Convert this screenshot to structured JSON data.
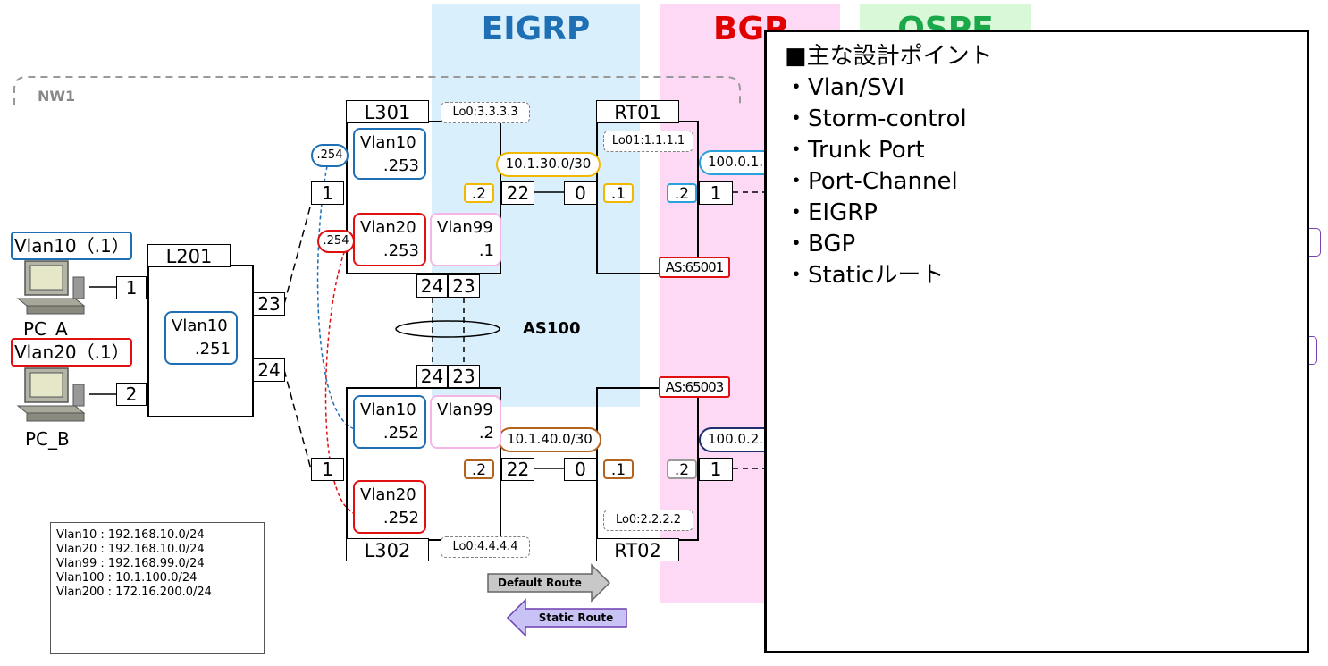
{
  "zones": {
    "eigrp": {
      "title": "EIGRP",
      "bg": "#d9effb",
      "color": "#1f6fb5"
    },
    "bgp": {
      "title": "BGP",
      "bg": "#fdd9f5",
      "color": "#e00000"
    },
    "ospf": {
      "title": "OSPF",
      "bg": "#d8f8d8",
      "color": "#1aa84a"
    }
  },
  "nw1_label": "NW1",
  "as100_label": "AS100",
  "devices": {
    "l301": {
      "name": "L301",
      "loopback": "Lo0:3.3.3.3"
    },
    "l302": {
      "name": "L302",
      "loopback": "Lo0:4.4.4.4"
    },
    "rt01": {
      "name": "RT01",
      "loopback": "Lo01:1.1.1.1",
      "as": "AS:65001"
    },
    "rt02": {
      "name": "RT02",
      "loopback": "Lo0:2.2.2.2",
      "as": "AS:65003"
    },
    "l201": {
      "name": "L201"
    }
  },
  "pcs": {
    "pc_a": {
      "name": "PC_A",
      "vlan": "Vlan10（.1）"
    },
    "pc_b": {
      "name": "PC_B",
      "vlan": "Vlan20（.1）"
    }
  },
  "svis": {
    "l301_vlan10": {
      "name": "Vlan10",
      "addr": ".253"
    },
    "l301_vlan20": {
      "name": "Vlan20",
      "addr": ".253"
    },
    "l301_vlan99": {
      "name": "Vlan99",
      "addr": ".1"
    },
    "l302_vlan10": {
      "name": "Vlan10",
      "addr": ".252"
    },
    "l302_vlan20": {
      "name": "Vlan20",
      "addr": ".252"
    },
    "l302_vlan99": {
      "name": "Vlan99",
      "addr": ".2"
    },
    "l201_vlan10": {
      "name": "Vlan10",
      "addr": ".251"
    }
  },
  "vip": {
    "vlan10": ".254",
    "vlan20": ".254"
  },
  "subnets": {
    "l301_rt01": "10.1.30.0/30",
    "l302_rt02": "10.1.40.0/30",
    "rt01_out": "100.0.1.",
    "rt02_out": "100.0.2."
  },
  "ports": {
    "l201_1": "1",
    "l201_2": "2",
    "l201_23": "23",
    "l201_24": "24",
    "l301_1": "1",
    "l301_22": "22",
    "l301_24": "24",
    "l301_23": "23",
    "l302_1": "1",
    "l302_22": "22",
    "l302_24": "24",
    "l302_23": "23",
    "rt01_0": "0",
    "rt01_1": "1",
    "rt02_0": "0",
    "rt02_1": "1"
  },
  "addrs": {
    "l301_22": ".2",
    "rt01_0": ".1",
    "rt01_1": ".2",
    "l302_22": ".2",
    "rt02_0": ".1",
    "rt02_1": ".2"
  },
  "legend": [
    "Vlan10 : 192.168.10.0/24",
    "Vlan20 : 192.168.10.0/24",
    "Vlan99 : 192.168.99.0/24",
    "Vlan100 : 10.1.100.0/24",
    "Vlan200 : 172.16.200.0/24"
  ],
  "arrows": {
    "default_route": "Default Route",
    "static_route": "Static Route"
  },
  "notes": {
    "title": "■主な設計ポイント",
    "items": [
      "・Vlan/SVI",
      "・Storm-control",
      "・Trunk Port",
      "・Port-Channel",
      "・EIGRP",
      "・BGP",
      "・Staticルート"
    ]
  }
}
